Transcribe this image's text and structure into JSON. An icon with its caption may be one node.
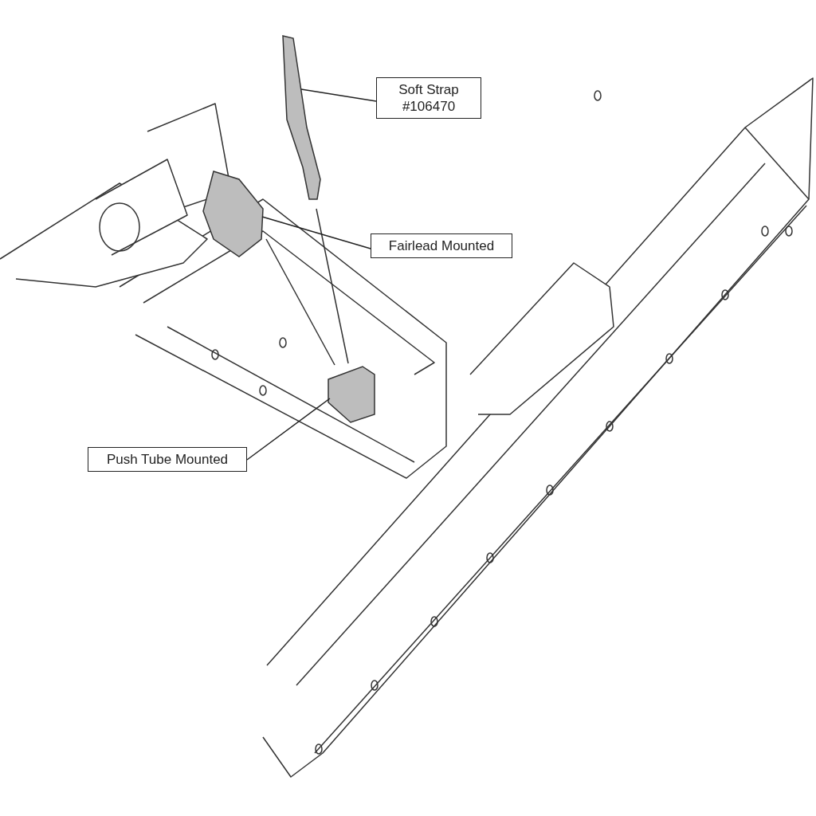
{
  "diagram": {
    "nodes": [
      {
        "text": [
          "Soft Strap #106470"
        ]
      },
      {
        "text": [],
        "shape": "picture"
      },
      {
        "text": [
          "Fairlead Mounted"
        ]
      },
      {
        "text": [],
        "shape": "picture"
      },
      {
        "text": [
          "Push Tube Mounted"
        ]
      },
      {
        "text": [],
        "shape": "picture"
      }
    ],
    "edges": [
      {
        "from": 0,
        "to": 1,
        "arrow": "none"
      },
      {
        "from": 2,
        "to": 3,
        "arrow": "none"
      },
      {
        "from": 4,
        "to": 5,
        "arrow": "none"
      }
    ]
  }
}
